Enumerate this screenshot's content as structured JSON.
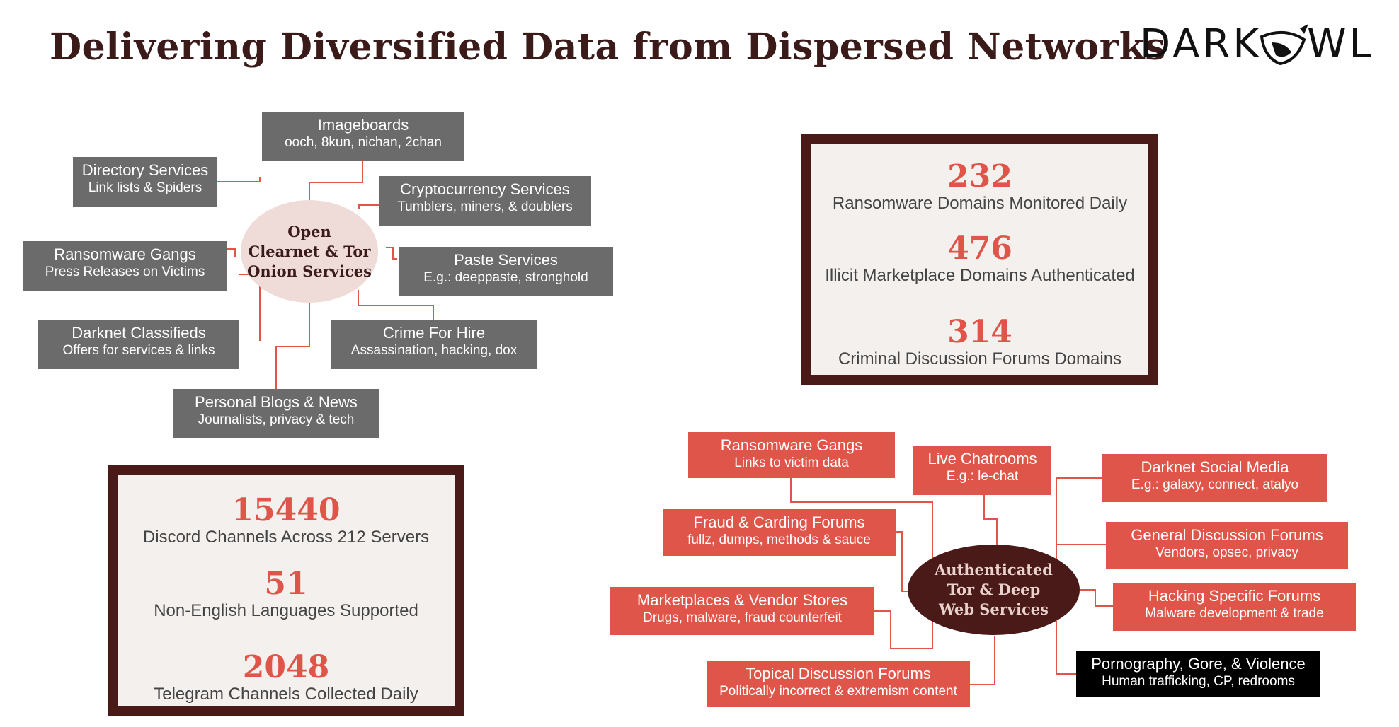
{
  "title": "Delivering Diversified Data from Dispersed Networks",
  "logo": {
    "text": "DARK  WL",
    "mark": "owl-eye-icon"
  },
  "open_hub": {
    "lines": [
      "Open",
      "Clearnet & Tor",
      "Onion Services"
    ]
  },
  "open_nodes": {
    "imageboards": {
      "title": "Imageboards",
      "sub": "ooch, 8kun, nichan, 2chan"
    },
    "directory": {
      "title": "Directory Services",
      "sub": "Link lists & Spiders"
    },
    "crypto": {
      "title": "Cryptocurrency Services",
      "sub": "Tumblers, miners, & doublers"
    },
    "ransomware": {
      "title": "Ransomware Gangs",
      "sub": "Press Releases on Victims"
    },
    "paste": {
      "title": "Paste Services",
      "sub": "E.g.: deeppaste, stronghold"
    },
    "classifieds": {
      "title": "Darknet Classifieds",
      "sub": "Offers for services & links"
    },
    "crime": {
      "title": "Crime For Hire",
      "sub": "Assassination, hacking, dox"
    },
    "blogs": {
      "title": "Personal Blogs & News",
      "sub": "Journalists, privacy & tech"
    }
  },
  "stats_left": [
    {
      "num": "15440",
      "label": "Discord Channels Across 212 Servers"
    },
    {
      "num": "51",
      "label": "Non-English Languages Supported"
    },
    {
      "num": "2048",
      "label": "Telegram Channels Collected Daily"
    }
  ],
  "stats_right": [
    {
      "num": "232",
      "label": "Ransomware Domains Monitored Daily"
    },
    {
      "num": "476",
      "label": "Illicit Marketplace Domains Authenticated"
    },
    {
      "num": "314",
      "label": "Criminal Discussion Forums Domains"
    }
  ],
  "auth_hub": {
    "lines": [
      "Authenticated",
      "Tor & Deep",
      "Web Services"
    ]
  },
  "auth_nodes": {
    "ransomware": {
      "title": "Ransomware Gangs",
      "sub": "Links to victim data"
    },
    "chatrooms": {
      "title": "Live Chatrooms",
      "sub": "E.g.: le-chat"
    },
    "social": {
      "title": "Darknet Social Media",
      "sub": "E.g.: galaxy, connect, atalyo"
    },
    "fraud": {
      "title": "Fraud & Carding Forums",
      "sub": "fullz, dumps, methods & sauce"
    },
    "general": {
      "title": "General Discussion Forums",
      "sub": "Vendors, opsec, privacy"
    },
    "markets": {
      "title": "Marketplaces & Vendor Stores",
      "sub": "Drugs, malware, fraud counterfeit"
    },
    "hacking": {
      "title": "Hacking Specific Forums",
      "sub": "Malware development & trade"
    },
    "topical": {
      "title": "Topical Discussion Forums",
      "sub": "Politically incorrect & extremism content"
    },
    "porn": {
      "title": "Pornography, Gore, & Violence",
      "sub": "Human trafficking, CP, redrooms"
    }
  },
  "colors": {
    "accent_red": "#e05549",
    "dark_brown": "#4a1a18",
    "gray_box": "#6b6b6b",
    "hub_light": "#efdcd8"
  }
}
